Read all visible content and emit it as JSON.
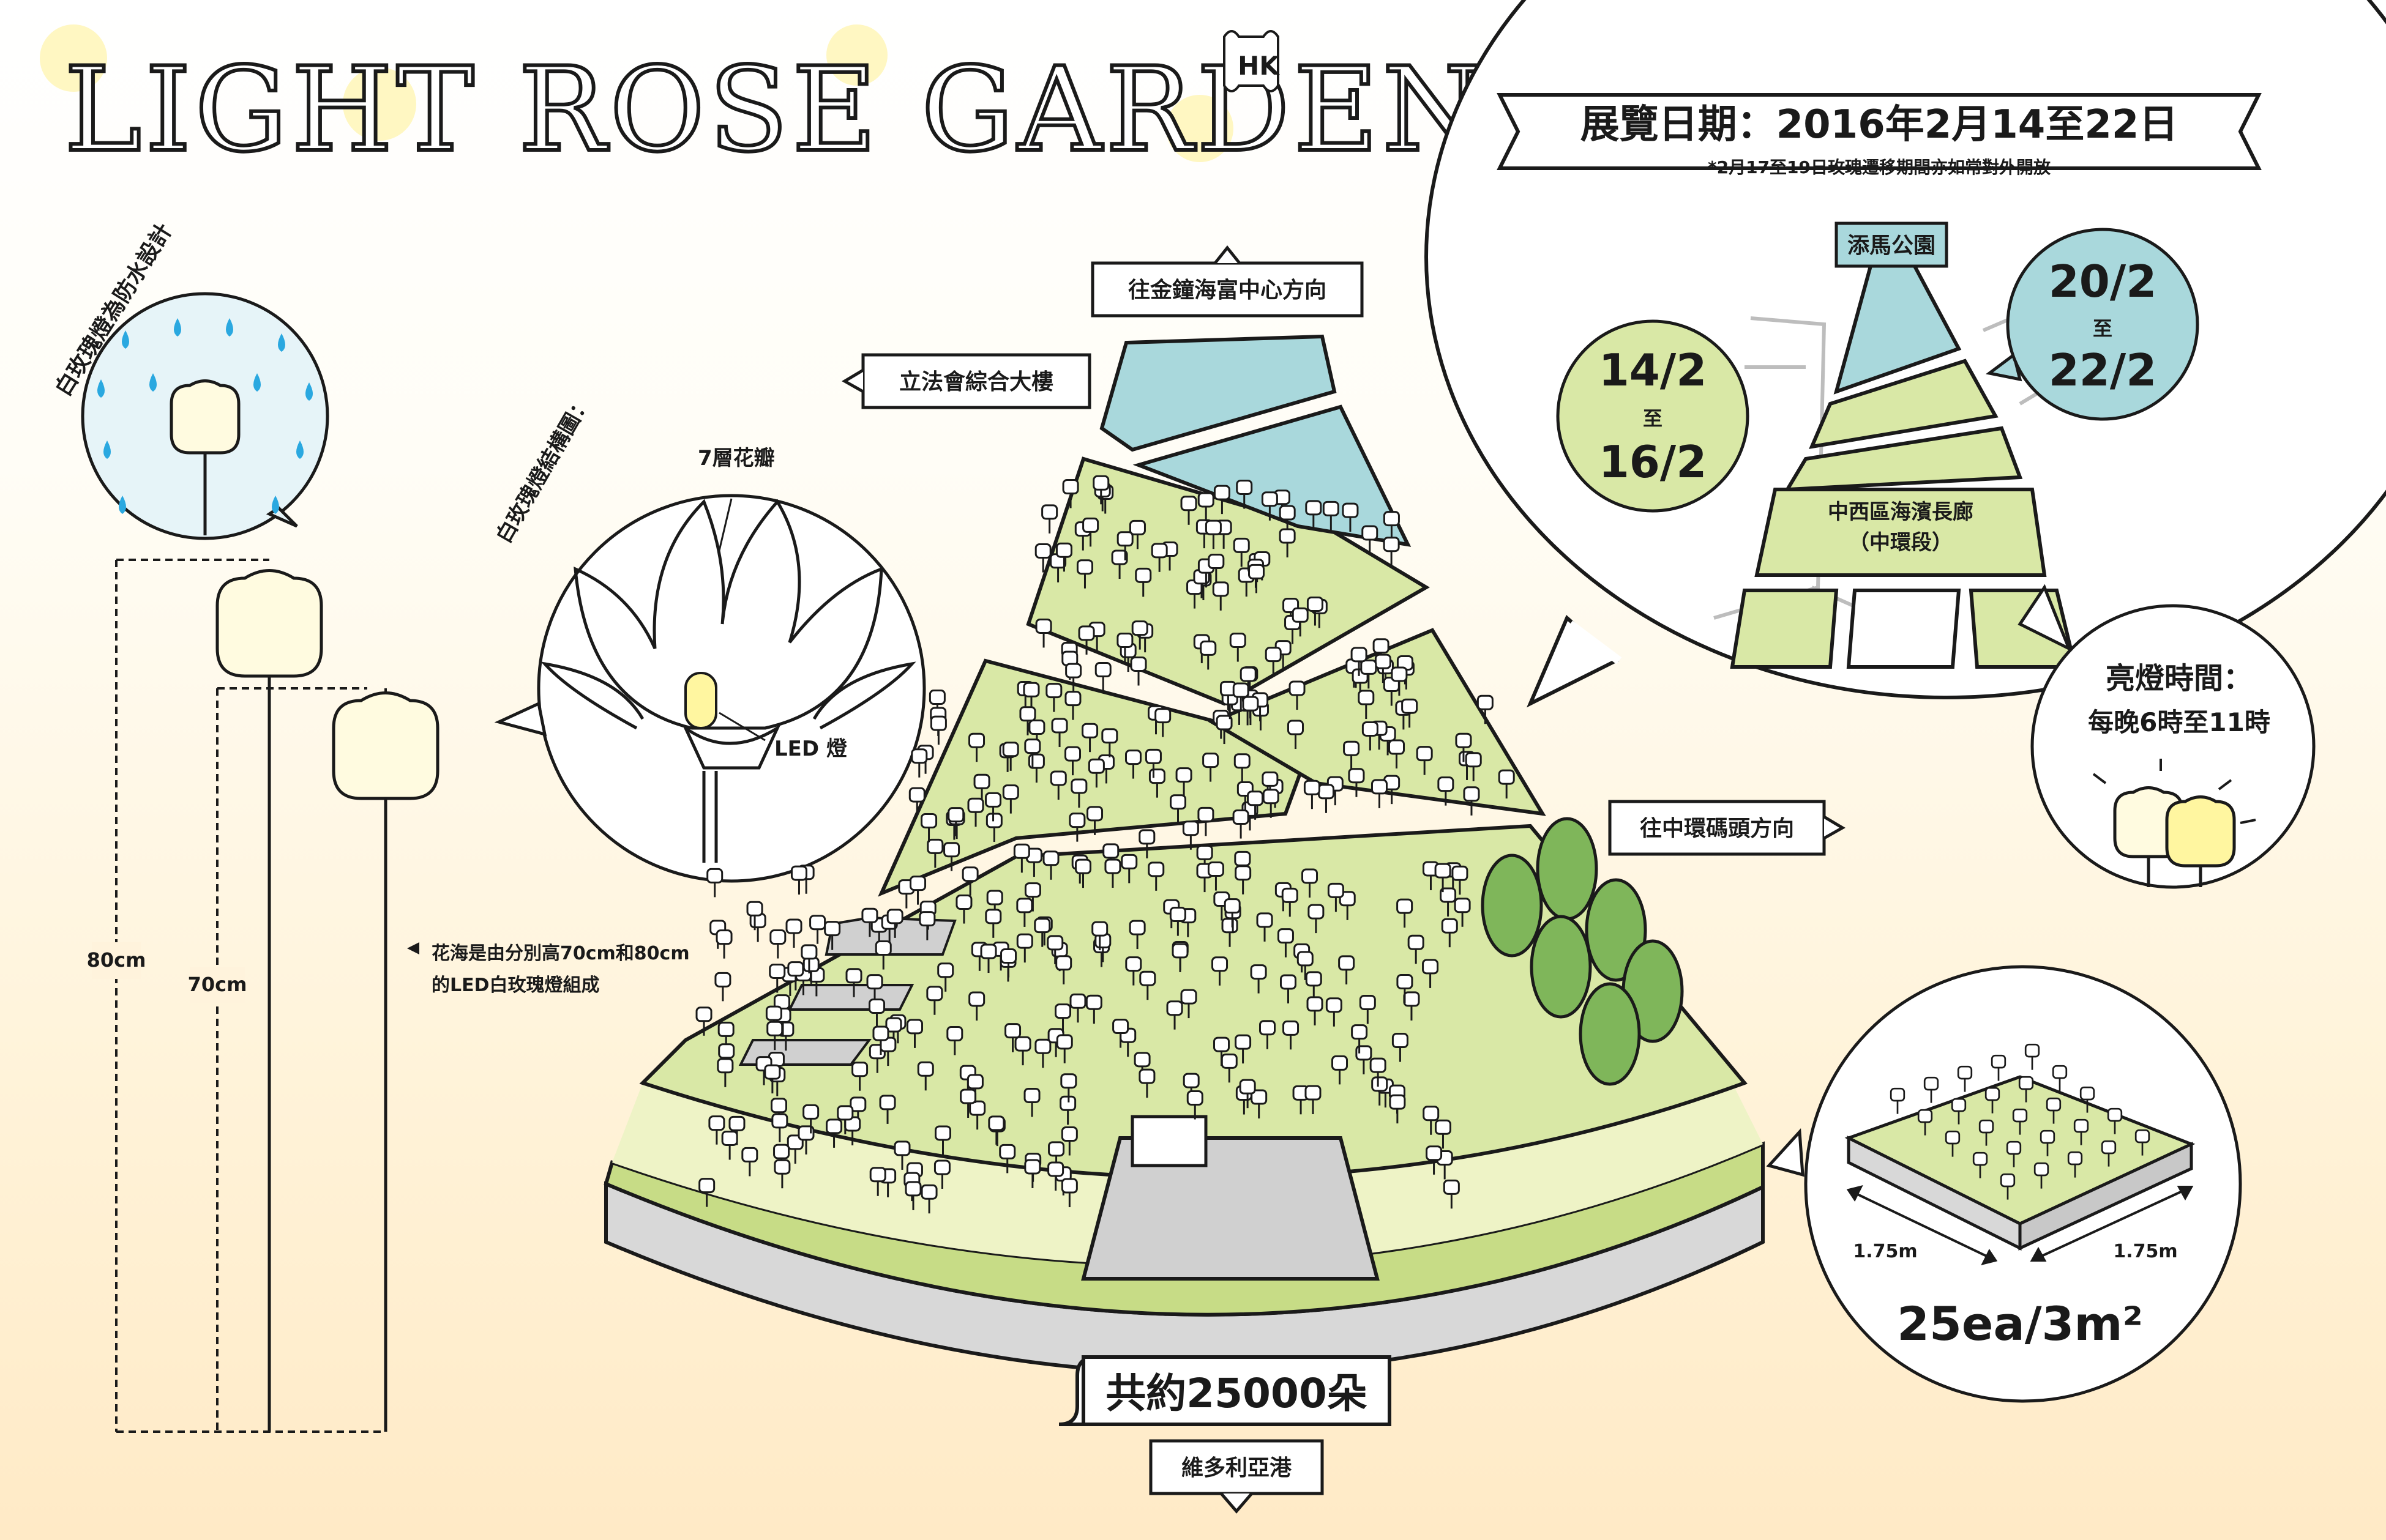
{
  "title": {
    "main": "LIGHT ROSE GARDEN",
    "hk": "HK"
  },
  "dates": {
    "banner": "展覽日期：2016年2月14至22日",
    "note": "*2月17至19日玫瑰遷移期間亦如常對外開放",
    "left_range": {
      "from": "14/2",
      "to_word": "至",
      "to": "16/2"
    },
    "right_range": {
      "from": "20/2",
      "to_word": "至",
      "to": "22/2"
    }
  },
  "map_labels": {
    "park": "添馬公園",
    "promenade_line1": "中西區海濱長廊",
    "promenade_line2": "（中環段）"
  },
  "lighting": {
    "title": "亮燈時間：",
    "hours": "每晚6時至11時"
  },
  "rose": {
    "waterproof": "白玫瑰燈為防水設計",
    "structure": "白玫瑰燈結構圖：",
    "petals": "7層花瓣",
    "led": "LED 燈"
  },
  "heights": {
    "h80": "80cm",
    "h70": "70cm",
    "note_line1": "花海是由分別高70cm和80cm",
    "note_line2": "的LED白玫瑰燈組成"
  },
  "directions": {
    "ifc": "往金鐘海富中心方向",
    "legco": "立法會綜合大樓",
    "central_pier": "往中環碼頭方向",
    "harbour": "維多利亞港"
  },
  "total": "共約25000朵",
  "density": {
    "side_a": "1.75m",
    "side_b": "1.75m",
    "ratio": "25ea/3m²"
  },
  "colors": {
    "green": "#d9e8a6",
    "green_dark": "#c6dc84",
    "teal": "#a9d8dc",
    "grey": "#d6d6d6",
    "tree": "#7fb65a",
    "tree_dark": "#5a9b3c",
    "ink": "#1a1a1a"
  }
}
